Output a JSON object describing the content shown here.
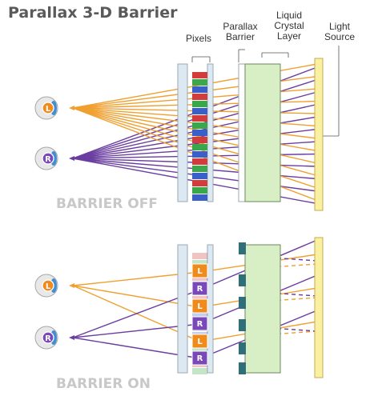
{
  "title": "Parallax 3-D Barrier",
  "labels": {
    "pixels": "Pixels",
    "parallax_barrier": "Parallax Barrier",
    "liquid_crystal_layer": "Liquid Crystal Layer",
    "light_source": "Light Source"
  },
  "states": {
    "off": "BARRIER OFF",
    "on": "BARRIER ON"
  },
  "eye_letters": {
    "left": "L",
    "right": "R"
  },
  "pixel_letters": [
    "L",
    "R",
    "L",
    "R",
    "L",
    "R"
  ],
  "colors": {
    "left_ray": "#f0a030",
    "right_ray": "#6a3ea0",
    "glass": "#dde9f2",
    "lc_layer": "#d8efc6",
    "light_source": "#f9f0a0",
    "barrier_block": "#2e6f7a",
    "title": "#5a5a5a",
    "state_text": "#c8c8c8"
  },
  "pixel_colors": [
    "#d23c3c",
    "#3aa84a",
    "#3b5fc8"
  ]
}
